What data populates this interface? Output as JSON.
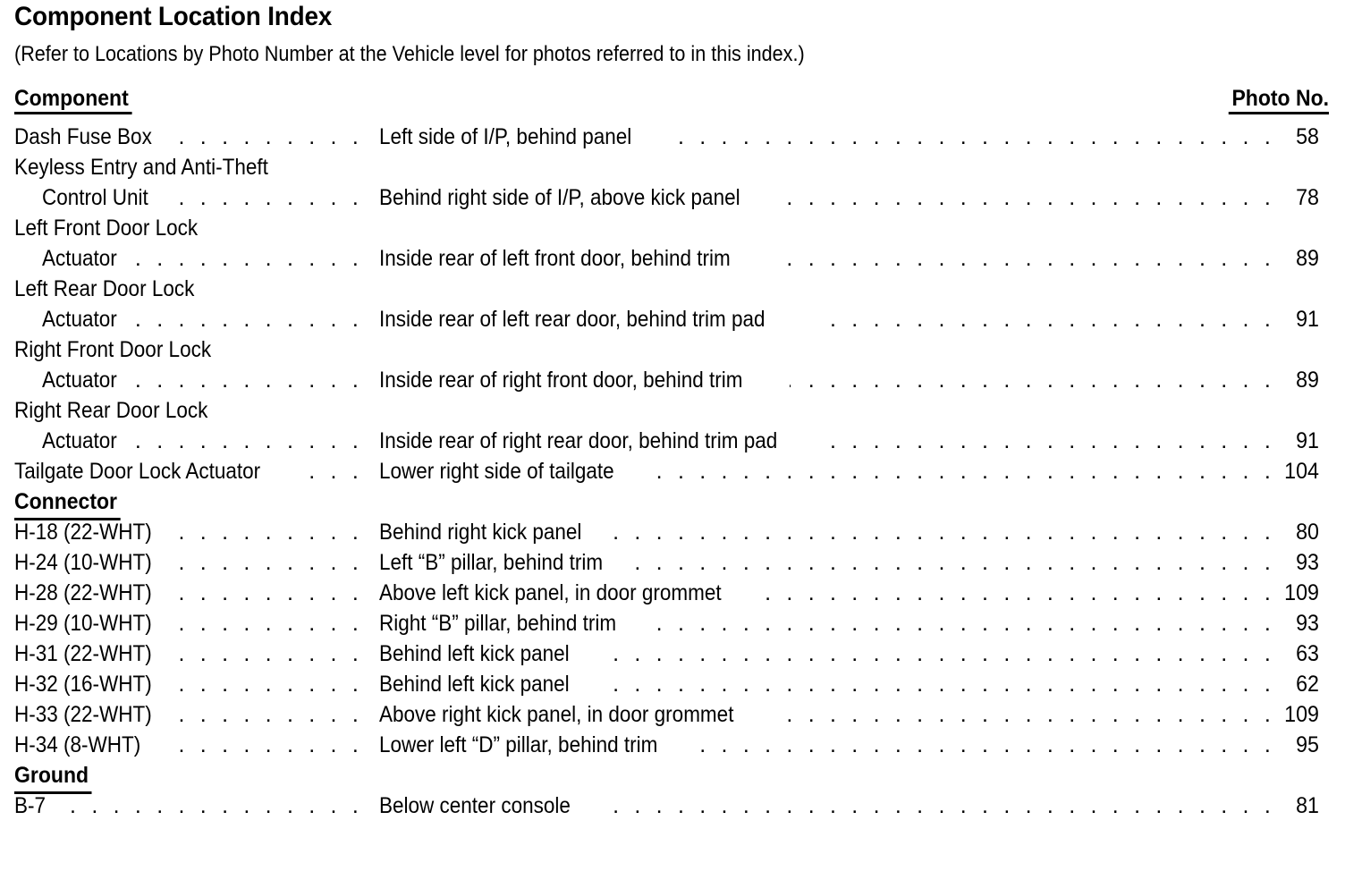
{
  "document": {
    "title": "Component Location Index",
    "subtitle": "(Refer to Locations by Photo Number at the Vehicle level for photos referred to in this index.)",
    "headers": {
      "left": "Component",
      "right": "Photo No."
    }
  },
  "sections": [
    {
      "heading": "Component",
      "heading_shown_as_column_header": true,
      "rows": [
        {
          "name": "Dash Fuse Box",
          "indent": false,
          "description": "Left side of I/P, behind panel",
          "photo_no": "58"
        },
        {
          "name": "Keyless Entry and Anti-Theft",
          "indent": false,
          "description": "",
          "photo_no": "",
          "continuation": true
        },
        {
          "name": "Control Unit",
          "indent": true,
          "description": "Behind right side of I/P, above kick panel",
          "photo_no": "78"
        },
        {
          "name": "Left Front Door Lock",
          "indent": false,
          "description": "",
          "photo_no": "",
          "continuation": true
        },
        {
          "name": "Actuator",
          "indent": true,
          "description": "Inside rear of left front door, behind trim",
          "photo_no": "89"
        },
        {
          "name": "Left Rear Door Lock",
          "indent": false,
          "description": "",
          "photo_no": "",
          "continuation": true
        },
        {
          "name": "Actuator",
          "indent": true,
          "description": "Inside rear of left rear door, behind trim pad",
          "photo_no": "91"
        },
        {
          "name": "Right Front Door Lock",
          "indent": false,
          "description": "",
          "photo_no": "",
          "continuation": true
        },
        {
          "name": "Actuator",
          "indent": true,
          "description": "Inside rear of right front door, behind trim",
          "photo_no": "89"
        },
        {
          "name": "Right Rear Door Lock",
          "indent": false,
          "description": "",
          "photo_no": "",
          "continuation": true
        },
        {
          "name": "Actuator",
          "indent": true,
          "description": "Inside rear of right rear door, behind trim pad",
          "photo_no": "91"
        },
        {
          "name": "Tailgate Door Lock Actuator",
          "indent": false,
          "description": "Lower right side of tailgate",
          "photo_no": "104"
        }
      ]
    },
    {
      "heading": "Connector",
      "rows": [
        {
          "name": "H-18 (22-WHT)",
          "indent": false,
          "description": "Behind right kick panel",
          "photo_no": "80"
        },
        {
          "name": "H-24 (10-WHT)",
          "indent": false,
          "description": "Left “B” pillar, behind trim",
          "photo_no": "93"
        },
        {
          "name": "H-28 (22-WHT)",
          "indent": false,
          "description": "Above left kick panel, in door grommet",
          "photo_no": "109"
        },
        {
          "name": "H-29 (10-WHT)",
          "indent": false,
          "description": "Right “B” pillar, behind trim",
          "photo_no": "93"
        },
        {
          "name": "H-31 (22-WHT)",
          "indent": false,
          "description": "Behind left kick panel",
          "photo_no": "63"
        },
        {
          "name": "H-32 (16-WHT)",
          "indent": false,
          "description": "Behind left kick panel",
          "photo_no": "62"
        },
        {
          "name": "H-33 (22-WHT)",
          "indent": false,
          "description": "Above right kick panel, in door grommet",
          "photo_no": "109"
        },
        {
          "name": "H-34 (8-WHT)",
          "indent": false,
          "description": "Lower left “D” pillar, behind trim",
          "photo_no": "95"
        }
      ]
    },
    {
      "heading": "Ground",
      "rows": [
        {
          "name": "B-7",
          "indent": false,
          "description": "Below center console",
          "photo_no": "81"
        }
      ]
    }
  ],
  "style": {
    "text_color": "#000000",
    "background_color": "#ffffff",
    "leader_character": "."
  }
}
